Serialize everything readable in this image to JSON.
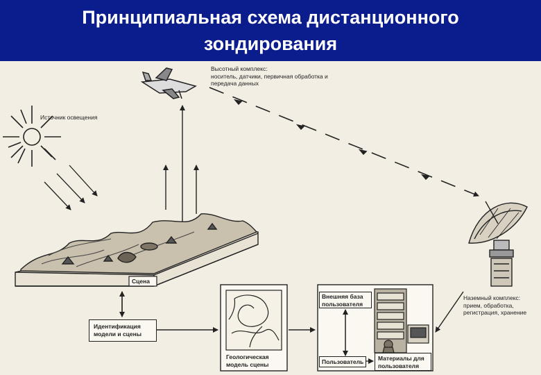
{
  "title": {
    "line1": "Принципиальная схема дистанционного",
    "line2": "зондирования"
  },
  "diagram": {
    "aircraft_label": [
      "Высотный комплекс:",
      "носитель, датчики, первичная обработка и",
      "передача данных"
    ],
    "sun_label": "Источник освещения",
    "scene_label": "Сцена",
    "identification_box": [
      "Идентификация",
      "модели и сцены"
    ],
    "geo_model_label": [
      "Геологическая",
      "модель сцены"
    ],
    "external_base_box": [
      "Внешняя база",
      "пользователя"
    ],
    "user_box": "Пользователь",
    "materials_box": [
      "Материалы для",
      "пользователя"
    ],
    "ground_station_label": [
      "Наземный комплекс:",
      "прием, обработка,",
      "регистрация, хранение"
    ],
    "colors": {
      "title_background": "#0b1c8c",
      "title_text": "#ffffff",
      "paper": "#f3eee4",
      "ink": "#222222"
    },
    "icons": [
      "sun-icon",
      "aircraft-icon",
      "terrain-block-icon",
      "geo-map-icon",
      "computer-rack-icon",
      "satellite-dish-icon"
    ]
  }
}
